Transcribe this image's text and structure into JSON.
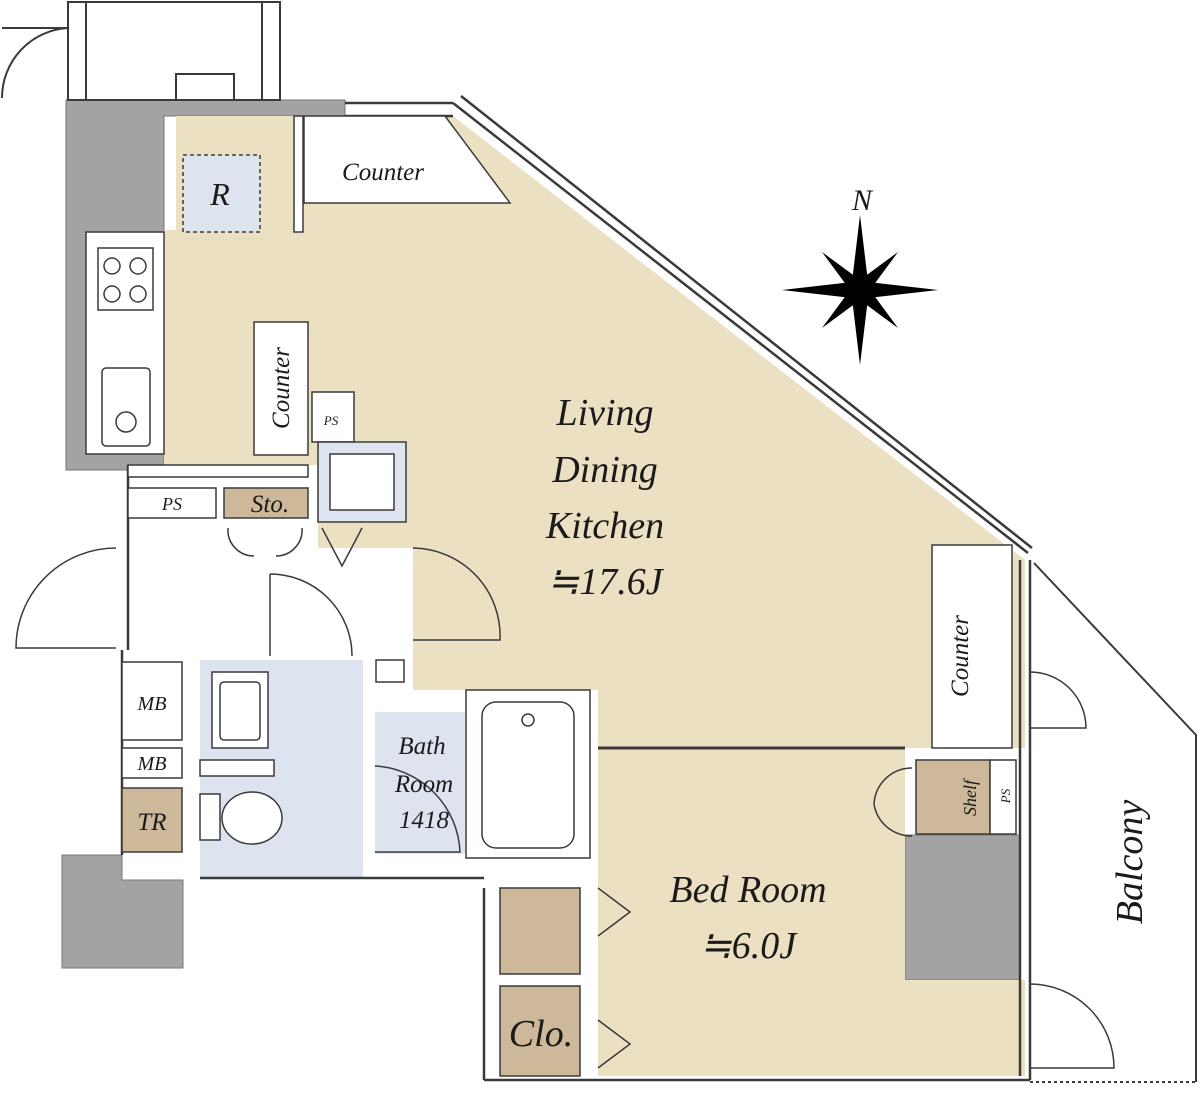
{
  "rooms": {
    "ldk_line1": "Living",
    "ldk_line2": "Dining",
    "ldk_line3": "Kitchen",
    "ldk_area": "≒17.6J",
    "bedroom_name": "Bed Room",
    "bedroom_area": "≒6.0J",
    "bath_line1": "Bath",
    "bath_line2": "Room",
    "bath_line3": "1418",
    "balcony": "Balcony"
  },
  "fixtures": {
    "counter_top": "Counter",
    "counter_kitchen": "Counter",
    "counter_right": "Counter",
    "refrigerator": "R",
    "ps_top": "PS",
    "ps_left": "PS",
    "ps_right": "PS",
    "storage": "Sto.",
    "mb_1": "MB",
    "mb_2": "MB",
    "trunk_room": "TR",
    "shelf": "Shelf",
    "closet": "Clo."
  },
  "compass": {
    "north": "N"
  },
  "colors": {
    "floor_main": "#ece0c3",
    "wet_area": "#dde3ef",
    "storage_fill": "#cdb89a",
    "wall_gray": "#a3a3a3",
    "line": "#3a3a3a"
  }
}
